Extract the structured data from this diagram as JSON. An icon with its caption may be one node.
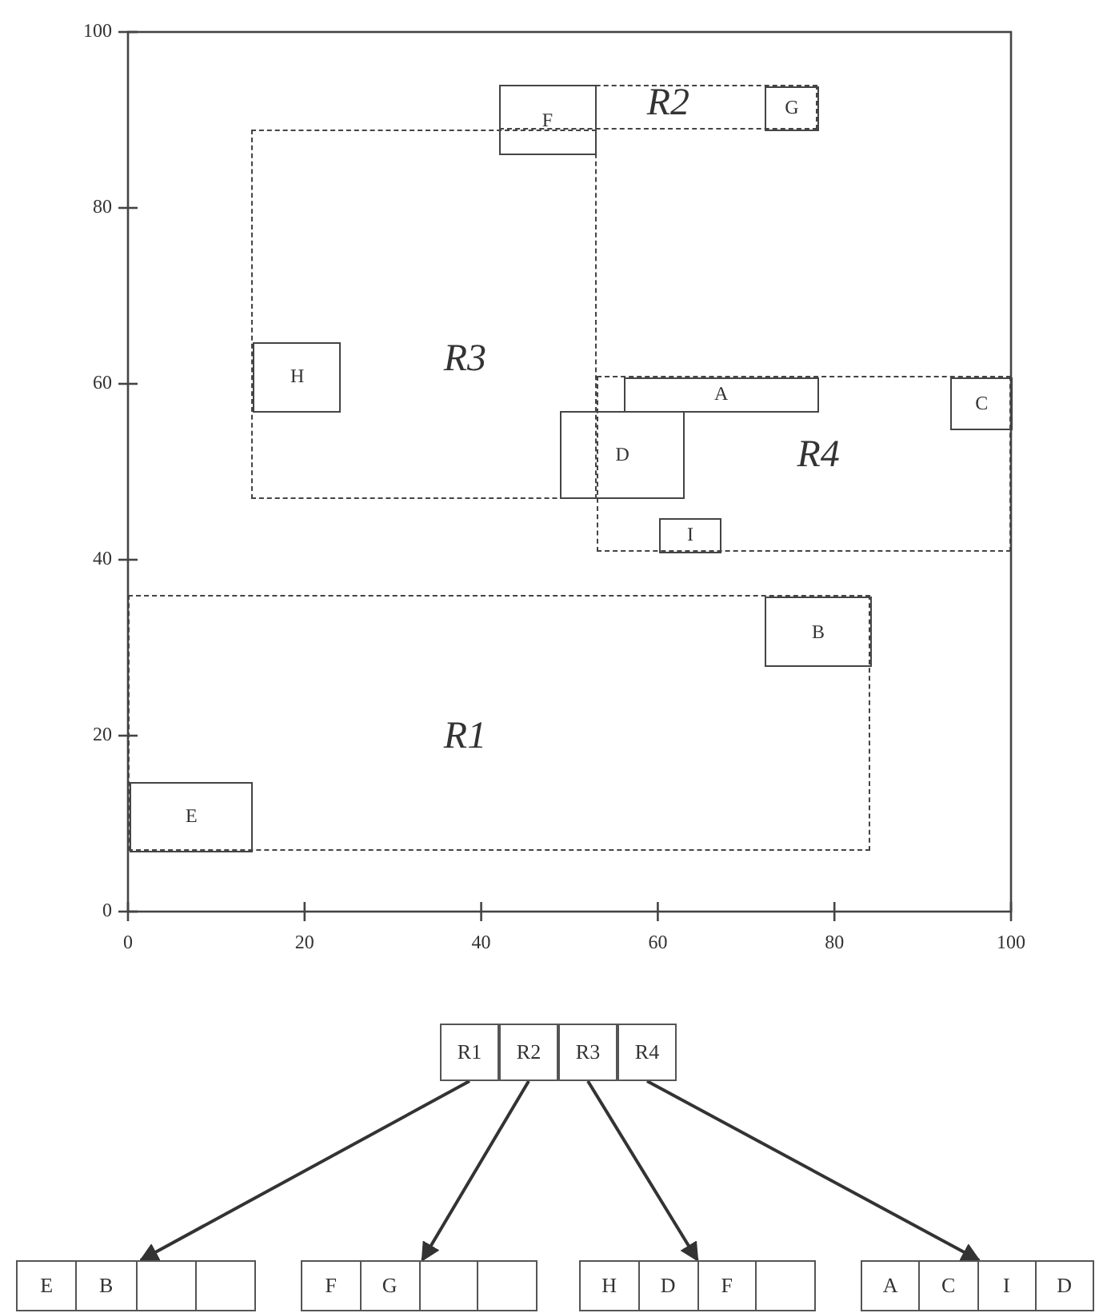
{
  "diagram": {
    "nodes": [
      {
        "text": [
          "R1"
        ]
      },
      {
        "text": [
          "E"
        ],
        "in": 0
      },
      {
        "text": [
          "B"
        ],
        "in": 0
      },
      {
        "text": [
          "R2"
        ]
      },
      {
        "text": [
          "G"
        ],
        "in": 3
      },
      {
        "text": [
          "R3"
        ]
      },
      {
        "text": [
          "H"
        ],
        "in": 5
      },
      {
        "text": [
          "F"
        ]
      },
      {
        "text": [
          "D"
        ]
      },
      {
        "text": [
          "R4"
        ]
      },
      {
        "text": [
          "A"
        ],
        "in": 9
      },
      {
        "text": [
          "C"
        ],
        "in": 9
      },
      {
        "text": [
          "I"
        ],
        "in": 9
      },
      {
        "text": [
          "R1"
        ]
      },
      {
        "text": [
          "R2"
        ]
      },
      {
        "text": [
          "R3"
        ]
      },
      {
        "text": [
          "R4"
        ]
      },
      {
        "text": [
          "E",
          "B"
        ]
      },
      {
        "text": [
          "F",
          "G"
        ]
      },
      {
        "text": [
          "H",
          "D",
          "F"
        ]
      },
      {
        "text": [
          "A",
          "C",
          "I",
          "D"
        ]
      }
    ],
    "edges": [
      {
        "from": 13,
        "to": 17,
        "arrow": "to"
      },
      {
        "from": 14,
        "to": 18,
        "arrow": "to"
      },
      {
        "from": 15,
        "to": 19,
        "arrow": "to"
      },
      {
        "from": 16,
        "to": 20,
        "arrow": "to"
      }
    ],
    "labels": [
      "100",
      "80",
      "60",
      "40",
      "20",
      "0",
      "0",
      "20",
      "40",
      "60",
      "80",
      "100"
    ]
  }
}
